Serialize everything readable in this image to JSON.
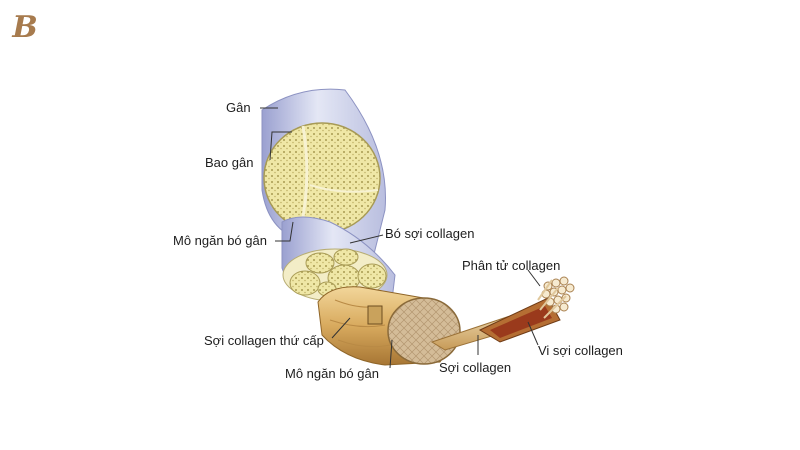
{
  "logo": {
    "text": "B",
    "color": "#a77b4e"
  },
  "labels": {
    "gan": "Gân",
    "bao_gan": "Bao gân",
    "mo_ngan_bo_gan_top": "Mô ngăn bó gân",
    "bo_soi_collagen": "Bó sợi collagen",
    "phan_tu_collagen": "Phân tử collagen",
    "soi_collagen_thu_cap": "Sợi collagen thứ cấp",
    "vi_soi_collagen": "Vi sợi collagen",
    "mo_ngan_bo_gan_bottom": "Mô ngăn bó gân",
    "soi_collagen": "Sợi collagen"
  },
  "colors": {
    "sheath": "#c7cce6",
    "sheath_dark": "#8d93c4",
    "fascicle_fill": "#efe7a6",
    "fascicle_edge": "#b8ab5c",
    "fiber": "#d9b574",
    "fiber_dark": "#a97a3a",
    "fiber_face": "#cdb493",
    "fibril_red": "#9a3a1c"
  }
}
